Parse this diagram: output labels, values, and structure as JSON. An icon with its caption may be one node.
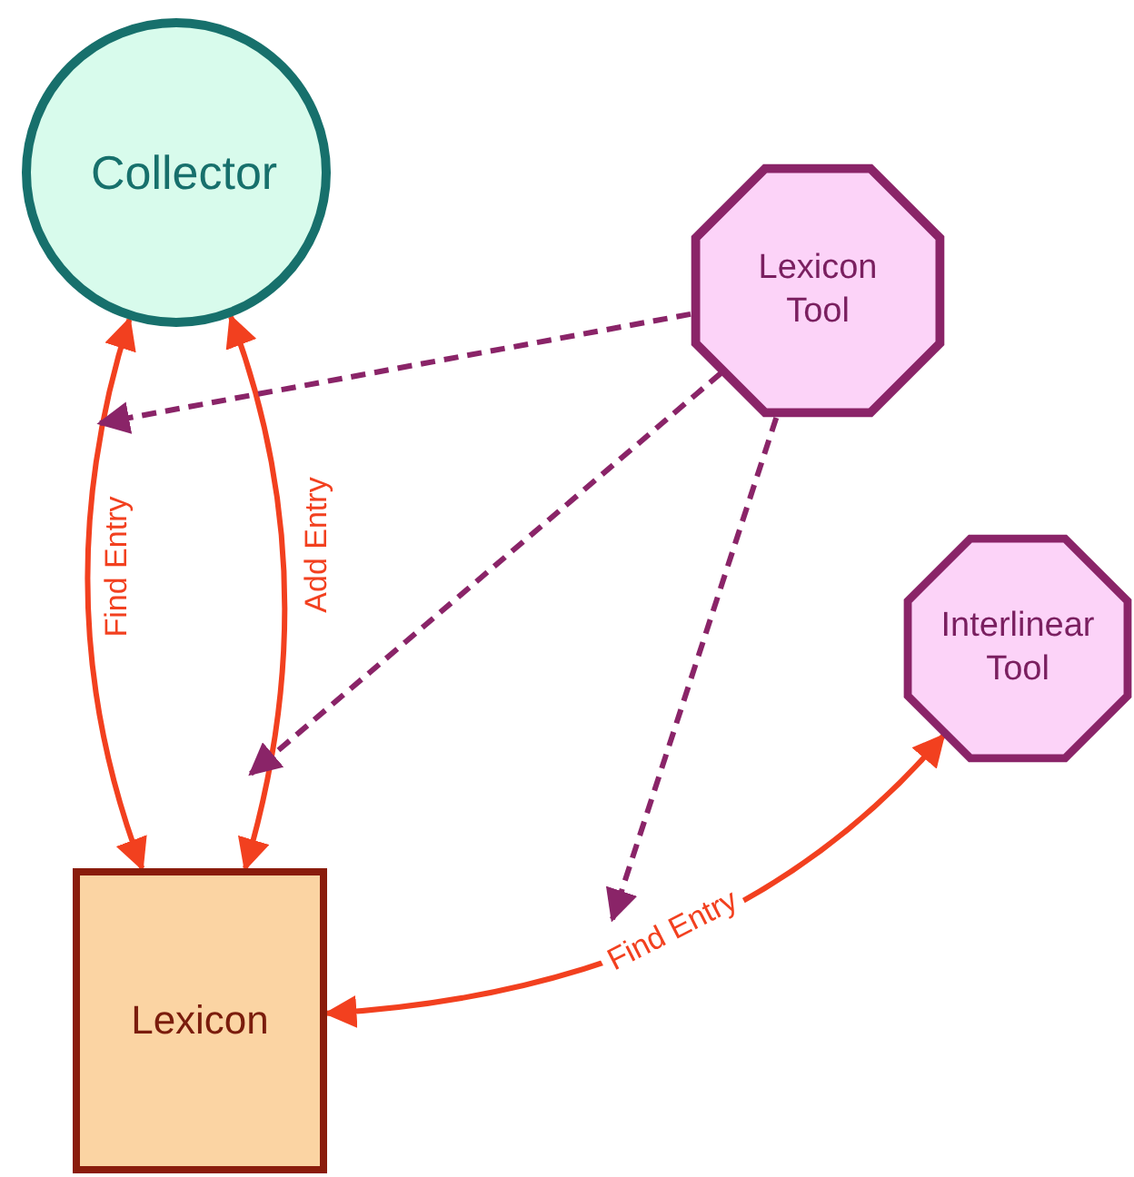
{
  "diagram": {
    "nodes": [
      {
        "text": [
          "Collector"
        ]
      },
      {
        "text": [
          "Lexicon Tool"
        ]
      },
      {
        "text": [
          "Interlinear Tool"
        ]
      },
      {
        "text": [
          "Lexicon"
        ]
      }
    ],
    "edges": [
      {
        "from": 0,
        "to": 3,
        "arrow": "both",
        "label": "Find Entry",
        "color": "#f2401f"
      },
      {
        "from": 0,
        "to": 3,
        "arrow": "both",
        "label": "Add Entry",
        "color": "#f2401f"
      },
      {
        "from": 3,
        "to": 2,
        "arrow": "both",
        "label": "Find Entry",
        "color": "#f2401f"
      },
      {
        "from": 1,
        "to": null,
        "arrow": "to",
        "style": "dashed",
        "color": "#8a2468"
      },
      {
        "from": 1,
        "to": null,
        "arrow": "to",
        "style": "dashed",
        "color": "#8a2468"
      },
      {
        "from": 1,
        "to": null,
        "arrow": "to",
        "style": "dashed",
        "color": "#8a2468"
      }
    ]
  }
}
